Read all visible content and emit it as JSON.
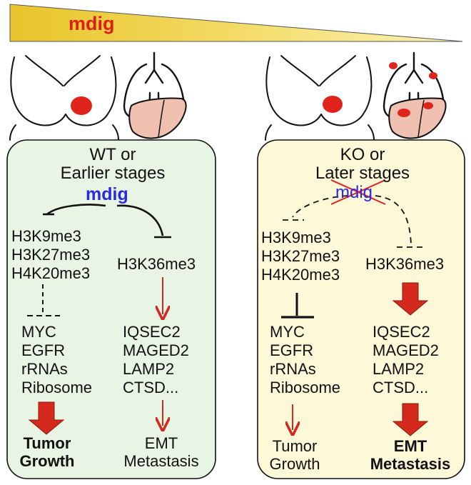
{
  "top": {
    "mdig": "mdig"
  },
  "left_panel": {
    "title_line1": "WT or",
    "title_line2": "Earlier stages",
    "mdig": "mdig",
    "marks_left": [
      "H3K9me3",
      "H3K27me3",
      "H4K20me3"
    ],
    "mark_right": "H3K36me3",
    "genes_left": [
      "MYC",
      "EGFR",
      "rRNAs",
      "Ribosome"
    ],
    "genes_right": [
      "IQSEC2",
      "MAGED2",
      "LAMP2",
      "CTSD..."
    ],
    "outcome_left": [
      "Tumor",
      "Growth"
    ],
    "outcome_right": [
      "EMT",
      "Metastasis"
    ]
  },
  "right_panel": {
    "title_line1": "KO or",
    "title_line2": "Later stages",
    "mdig": "mdig",
    "marks_left": [
      "H3K9me3",
      "H3K27me3",
      "H4K20me3"
    ],
    "mark_right": "H3K36me3",
    "genes_left": [
      "MYC",
      "EGFR",
      "rRNAs",
      "Ribosome"
    ],
    "genes_right": [
      "IQSEC2",
      "MAGED2",
      "LAMP2",
      "CTSD..."
    ],
    "outcome_left": [
      "Tumor",
      "Growth"
    ],
    "outcome_right": [
      "EMT",
      "Metastasis"
    ]
  },
  "colors": {
    "gradient_start": "#e8c42a",
    "gradient_end": "#fbf2b8",
    "left_panel_bg": "#e9f5e4",
    "right_panel_bg": "#fcf8d8",
    "arrow_red": "#d42a1e",
    "tumor_red": "#e0241c",
    "liver": "#f0c0b0"
  }
}
